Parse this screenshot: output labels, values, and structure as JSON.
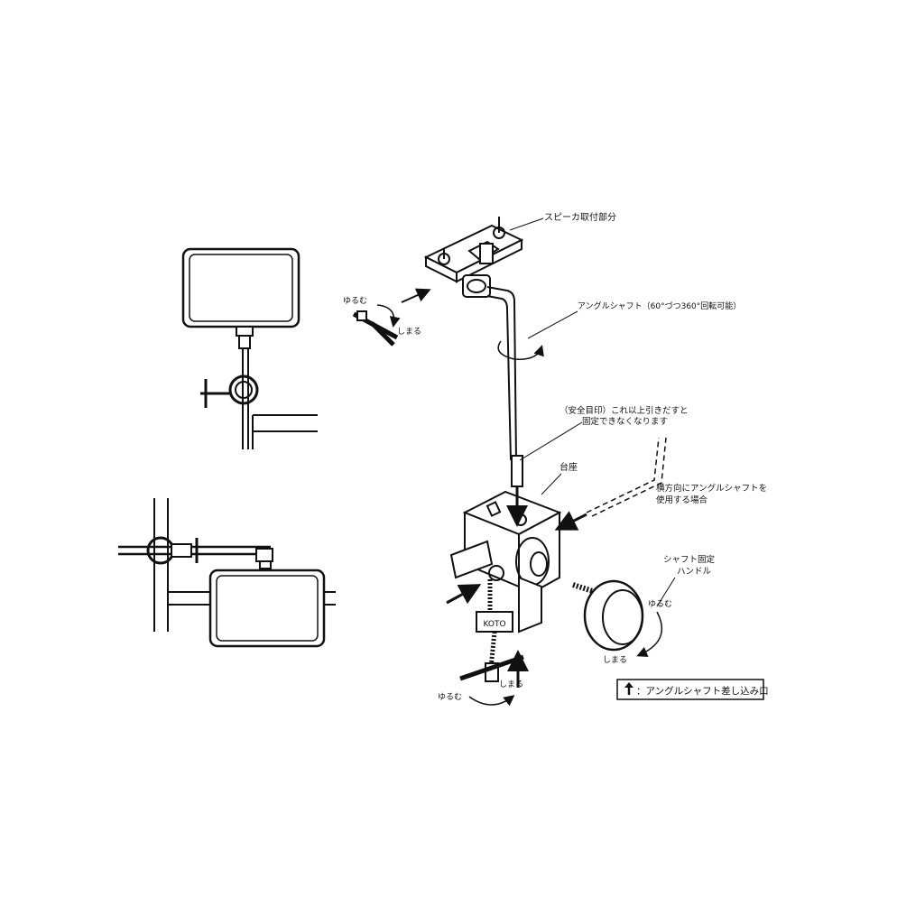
{
  "labels": {
    "speaker_mount": "スピーカ取付部分",
    "angle_shaft": "アングルシャフト（60°づつ360°回転可能）",
    "safety_mark_line1": "（安全目印）これ以上引きだすと",
    "safety_mark_line2": "固定できなくなります",
    "base": "台座",
    "horizontal_line1": "横方向にアングルシャフトを",
    "horizontal_line2": "使用する場合",
    "shaft_handle_line1": "シャフト固定",
    "shaft_handle_line2": "ハンドル",
    "loosen": "ゆるむ",
    "tighten": "しまる",
    "legend": "：アングルシャフト差し込み口",
    "brand": "KOTO"
  },
  "icons": {
    "legend_arrow": "up-arrow-icon"
  },
  "colors": {
    "ink": "#111111",
    "paper": "#ffffff"
  }
}
